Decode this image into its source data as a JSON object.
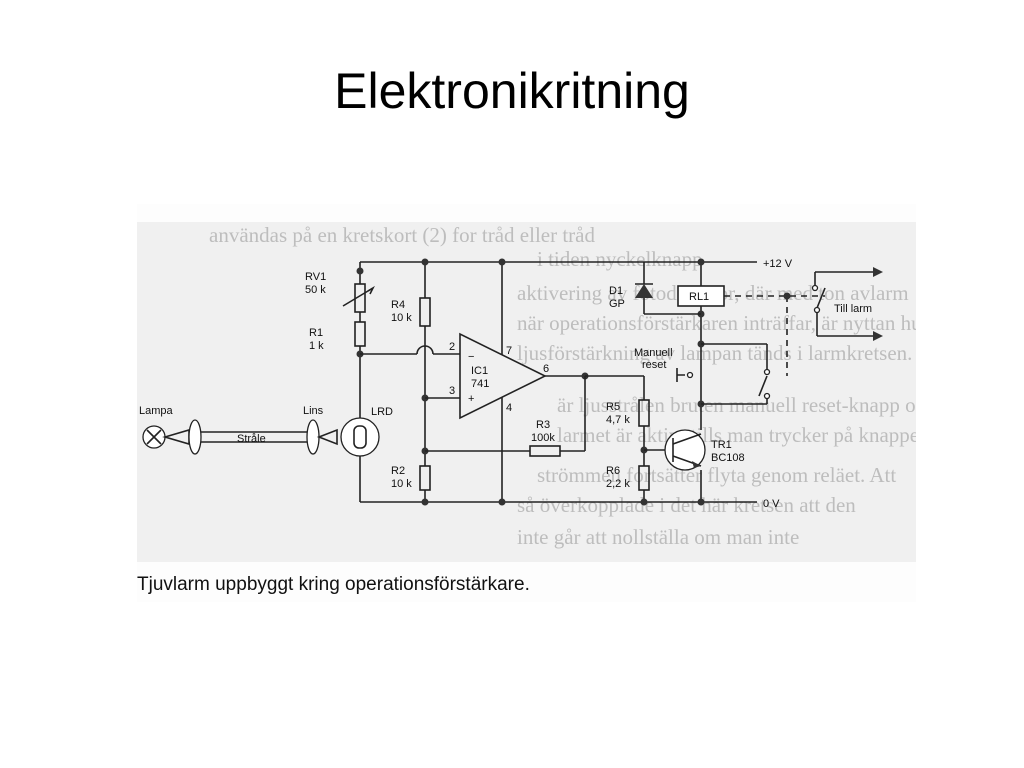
{
  "slide": {
    "title": "Elektronikritning",
    "caption": "Tjuvlarm uppbyggt kring operationsförstärkare."
  },
  "background_text": [
    "användas på en kretskort (2) for tråd eller tråd",
    "i tiden nyckelknapp",
    "aktivering av fotodetektor, där med ton avlarm",
    "när operationsförstärkaren inträffar, är nyttan hu",
    "ljusförstärkning av lampan tänds i larmkretsen. I",
    "är ljusstrålen bruten manuell reset-knapp och",
    "larmet är aktivt tills man trycker på knappen",
    "strömmen fortsätter flyta genom reläet. Att",
    "så överkopplade i det här kretsen att den",
    "inte går att nollställa om man inte"
  ],
  "circuit": {
    "labels": {
      "rv1_name": "RV1",
      "rv1_value": "50 k",
      "r1_name": "R1",
      "r1_value": "1 k",
      "r4_name": "R4",
      "r4_value": "10 k",
      "r2_name": "R2",
      "r2_value": "10 k",
      "ic1_name": "IC1",
      "ic1_type": "741",
      "pin2": "2",
      "pin3": "3",
      "pin7": "7",
      "pin6": "6",
      "pin4": "4",
      "r3_name": "R3",
      "r3_value": "100k",
      "r5_name": "R5",
      "r5_value": "4,7 k",
      "r6_name": "R6",
      "r6_value": "2,2 k",
      "tr1_name": "TR1",
      "tr1_type": "BC108",
      "d1_name": "D1",
      "d1_type": "GP",
      "rl1_name": "RL1",
      "manual_reset_line1": "Manuell",
      "manual_reset_line2": "reset",
      "till_larm": "Till larm",
      "supply_12v": "+12 V",
      "ground_0v": "0 V",
      "lampa": "Lampa",
      "lins": "Lins",
      "lrd": "LRD",
      "strale": "Stråle"
    }
  }
}
